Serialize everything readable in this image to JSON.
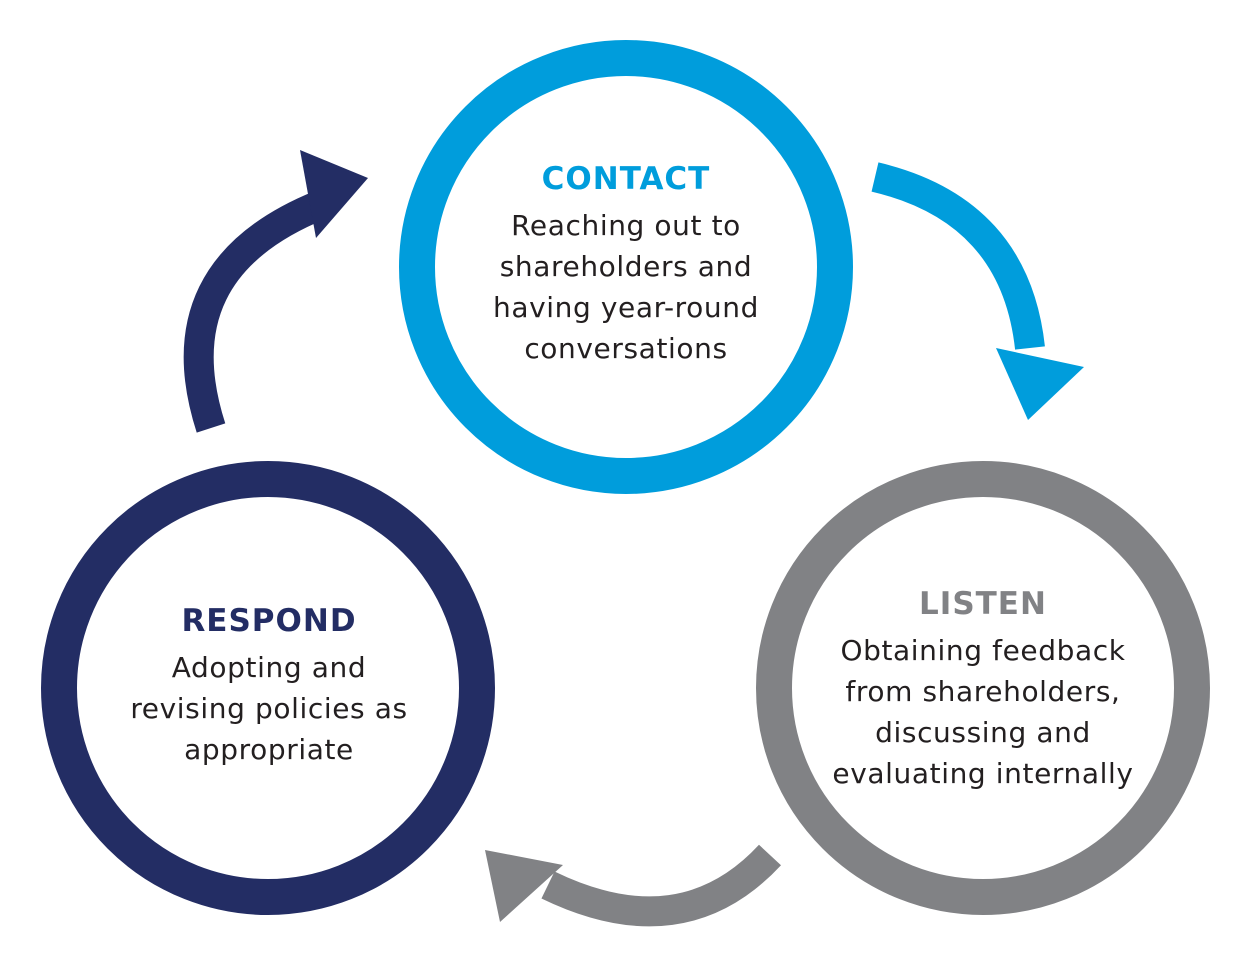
{
  "colors": {
    "contact": "#009ddc",
    "listen": "#818285",
    "respond": "#232d64",
    "text": "#231f20"
  },
  "nodes": {
    "contact": {
      "title": "CONTACT",
      "lines": [
        "Reaching out to",
        "shareholders and",
        "having year-round",
        "conversations"
      ]
    },
    "listen": {
      "title": "LISTEN",
      "lines": [
        "Obtaining feedback",
        "from shareholders,",
        "discussing and",
        "evaluating internally"
      ]
    },
    "respond": {
      "title": "RESPOND",
      "lines": [
        "Adopting and",
        "revising policies as",
        "appropriate"
      ]
    }
  }
}
